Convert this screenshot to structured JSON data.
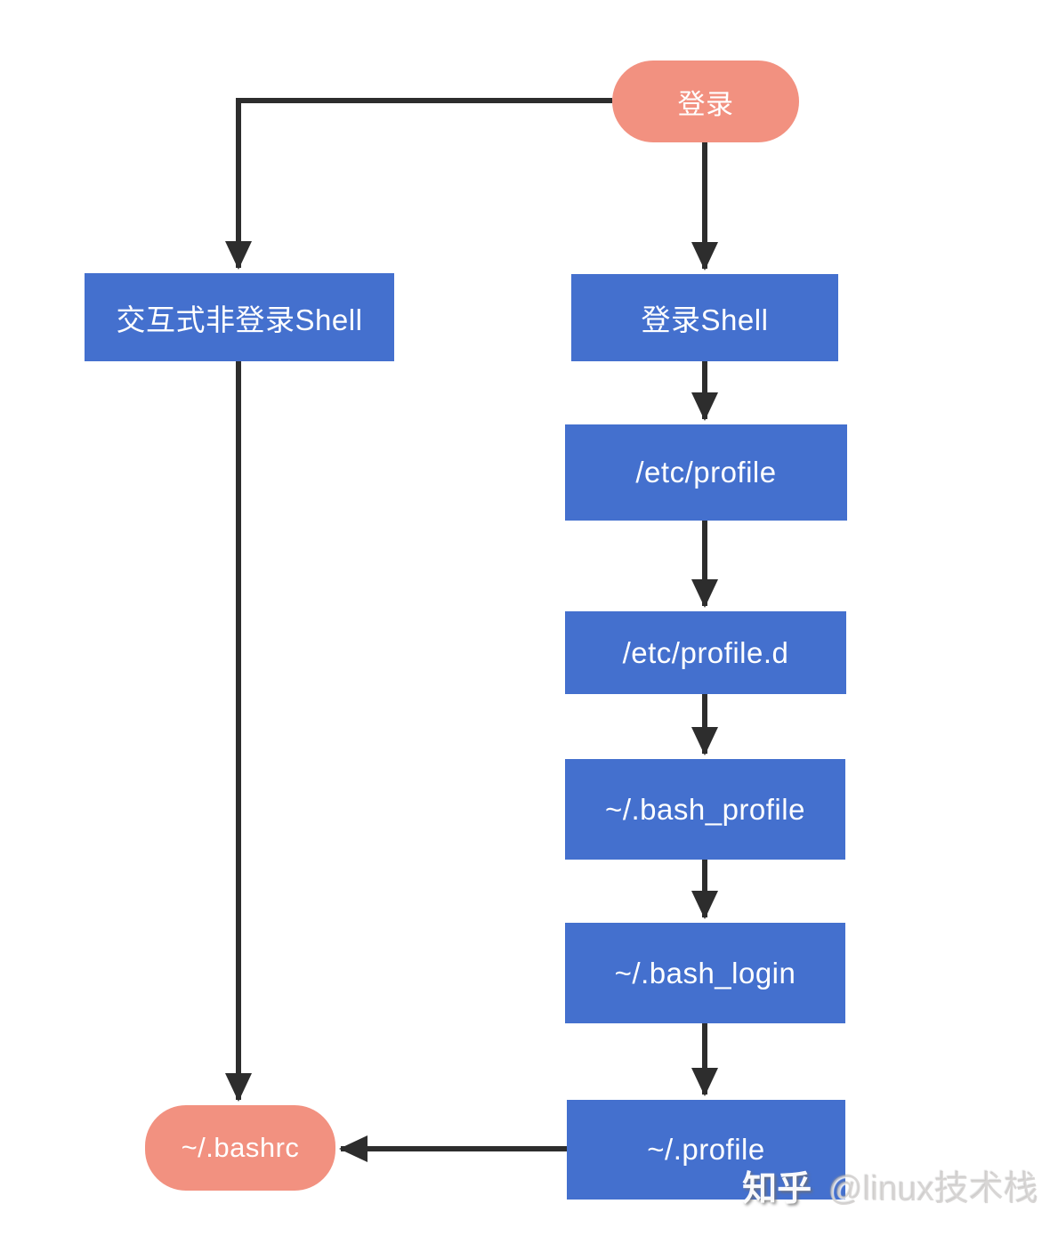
{
  "diagram": {
    "type": "flowchart",
    "topic": "bash shell startup files loading order",
    "nodes": {
      "login": {
        "label": "登录",
        "shape": "rounded-pill",
        "color": "#F29180"
      },
      "interactive_nonlogin_shell": {
        "label": "交互式非登录Shell",
        "shape": "rect",
        "color": "#4470CE"
      },
      "login_shell": {
        "label": "登录Shell",
        "shape": "rect",
        "color": "#4470CE"
      },
      "etc_profile": {
        "label": "/etc/profile",
        "shape": "rect",
        "color": "#4470CE"
      },
      "etc_profile_d": {
        "label": "/etc/profile.d",
        "shape": "rect",
        "color": "#4470CE"
      },
      "bash_profile": {
        "label": "~/.bash_profile",
        "shape": "rect",
        "color": "#4470CE"
      },
      "bash_login": {
        "label": "~/.bash_login",
        "shape": "rect",
        "color": "#4470CE"
      },
      "profile": {
        "label": "~/.profile",
        "shape": "rect",
        "color": "#4470CE"
      },
      "bashrc": {
        "label": "~/.bashrc",
        "shape": "rounded-pill",
        "color": "#F29180"
      }
    },
    "edges": [
      {
        "from": "login",
        "to": "interactive_nonlogin_shell"
      },
      {
        "from": "login",
        "to": "login_shell"
      },
      {
        "from": "login_shell",
        "to": "etc_profile"
      },
      {
        "from": "etc_profile",
        "to": "etc_profile_d"
      },
      {
        "from": "etc_profile_d",
        "to": "bash_profile"
      },
      {
        "from": "bash_profile",
        "to": "bash_login"
      },
      {
        "from": "bash_login",
        "to": "profile"
      },
      {
        "from": "profile",
        "to": "bashrc"
      },
      {
        "from": "interactive_nonlogin_shell",
        "to": "bashrc"
      }
    ],
    "colors": {
      "terminal_node": "#F29180",
      "process_node": "#4470CE",
      "arrow": "#2D2D2D",
      "node_text": "#FFFFFF",
      "background": "#FFFFFF"
    }
  },
  "watermark": {
    "brand": "知乎",
    "author": "@linux技术栈"
  }
}
